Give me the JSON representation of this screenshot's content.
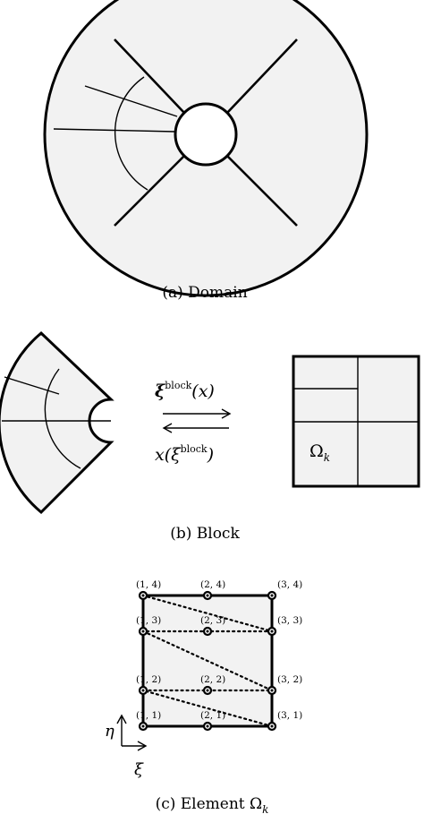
{
  "captions": {
    "domain": "(a) Domain",
    "block": "(b) Block",
    "element": "(c) Element Ω",
    "element_sub": "k"
  },
  "block_map": {
    "forward_base": "ξ",
    "forward_sup": "block",
    "forward_arg": "(x)",
    "inverse_pre": "x(ξ",
    "inverse_sup": "block",
    "inverse_post": ")"
  },
  "reference_element": {
    "label": "Ω",
    "label_sub": "k"
  },
  "axes": {
    "eta": "η",
    "xi": "ξ"
  },
  "nodes": [
    {
      "label": "(1, 4)"
    },
    {
      "label": "(2, 4)"
    },
    {
      "label": "(3, 4)"
    },
    {
      "label": "(1, 3)"
    },
    {
      "label": "(2, 3)"
    },
    {
      "label": "(3, 3)"
    },
    {
      "label": "(1, 2)"
    },
    {
      "label": "(2, 2)"
    },
    {
      "label": "(3, 2)"
    },
    {
      "label": "(1, 1)"
    },
    {
      "label": "(2, 1)"
    },
    {
      "label": "(3, 1)"
    }
  ]
}
